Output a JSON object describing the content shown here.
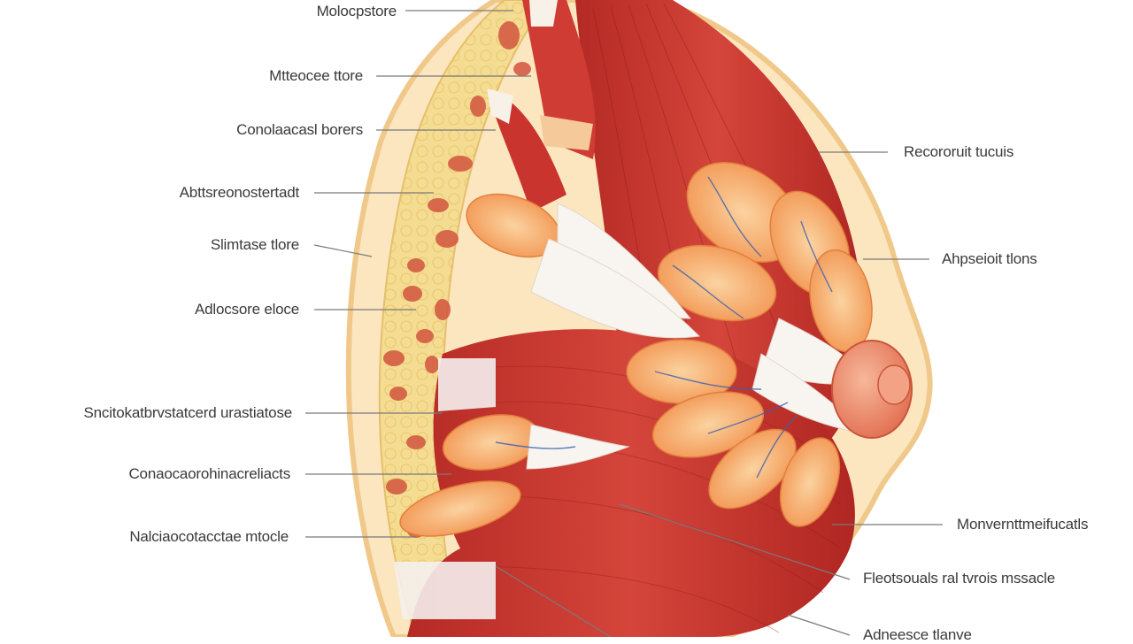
{
  "colors": {
    "skin_outline": "#f3d39a",
    "skin_fill": "#fbe6bf",
    "fat_layer": "#f2d27e",
    "muscle_red": "#c8342c",
    "muscle_dark": "#a1231f",
    "lobe_orange": "#f6a45f",
    "lobe_light": "#fbc98f",
    "tendon_white": "#f7f3ee",
    "vessel_blue": "#3a5fb0",
    "leader_line": "#7a7a7a",
    "label_text": "#3a3a3a"
  },
  "labels_left": [
    {
      "text": "Molocpstore"
    },
    {
      "text": "Mtteocee ttore"
    },
    {
      "text": "Conolaacasl borers"
    },
    {
      "text": "Abttsreonostertadt"
    },
    {
      "text": "Slimtase tlore"
    },
    {
      "text": "Adlocsore eloce"
    },
    {
      "text": "Sncitokatbrvstatcerd urastiatose"
    },
    {
      "text": "Conaocaorohinacreliacts"
    },
    {
      "text": "Nalciaocotacctae mtocle"
    }
  ],
  "labels_right": [
    {
      "text": "Recororuit tucuis"
    },
    {
      "text": "Ahpseioit tlons"
    },
    {
      "text": "Monvernttmeifucatls"
    },
    {
      "text": "Fleotsouals ral tvrois mssacle"
    },
    {
      "text": "Adneesce tlanve"
    }
  ],
  "icons": [
    "breast-anatomy-illustration"
  ]
}
